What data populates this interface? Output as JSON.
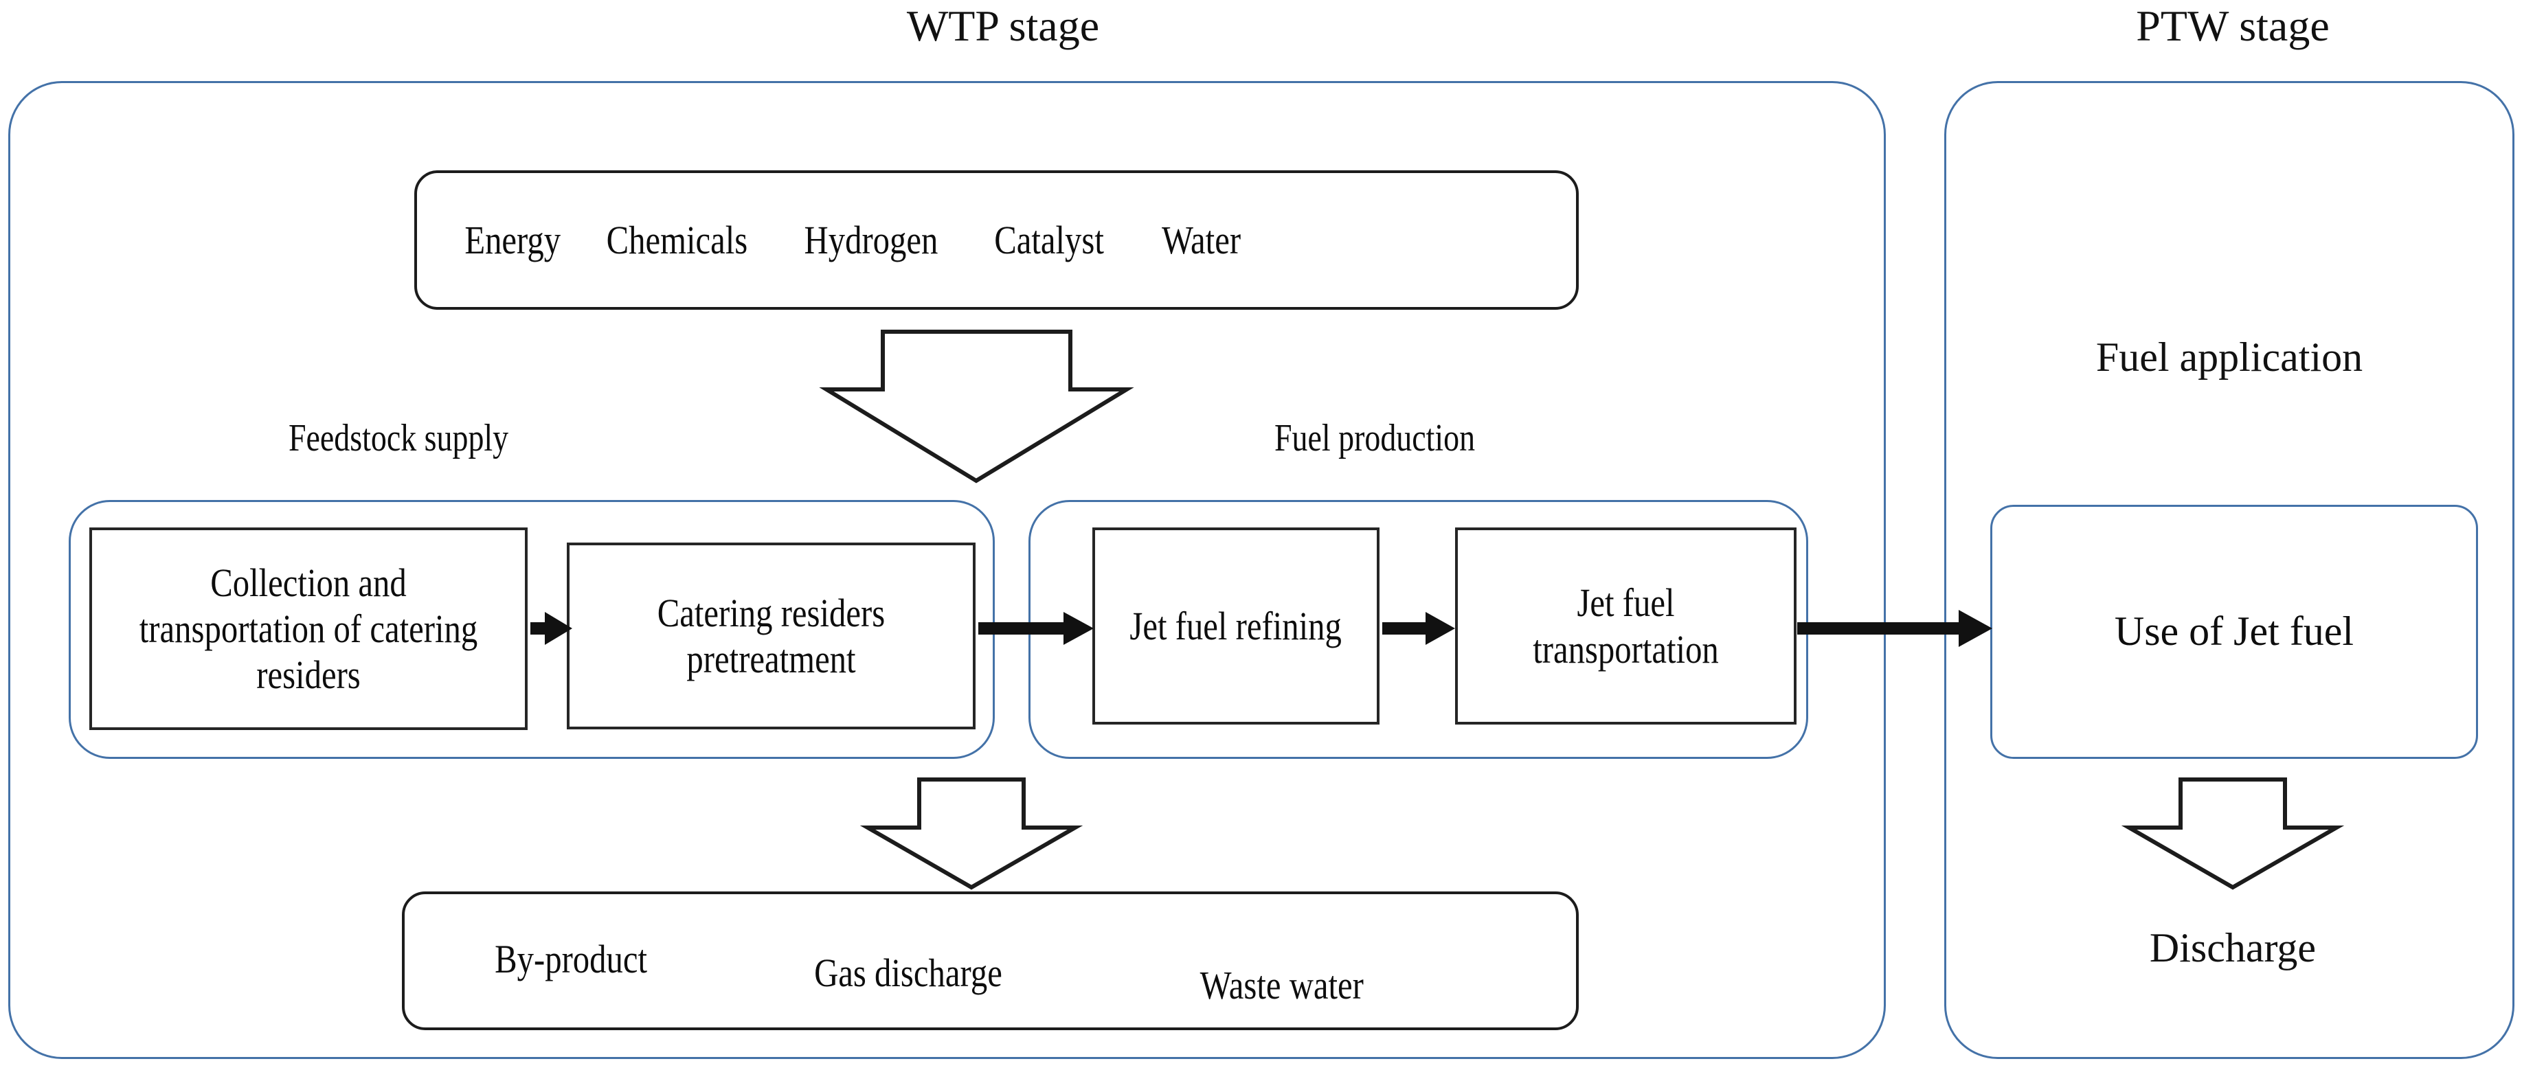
{
  "diagram": {
    "title_wtp": "WTP stage",
    "title_ptw": "PTW stage",
    "colors": {
      "container_blue": "#4472a8",
      "box_black": "#1c1c1c",
      "text": "#0d0d0d",
      "background": "#ffffff"
    }
  },
  "wtp": {
    "inputs_box": {
      "tokens": [
        "Energy",
        "Chemicals",
        "Hydrogen",
        "Catalyst",
        "Water"
      ]
    },
    "groups": [
      {
        "label": "Feedstock supply"
      },
      {
        "label": "Fuel production"
      }
    ],
    "processes": [
      {
        "label": "Collection and transportation of catering residers"
      },
      {
        "label": "Catering residers pretreatment"
      },
      {
        "label": "Jet fuel refining"
      },
      {
        "label": "Jet fuel transportation"
      }
    ],
    "outputs_box": {
      "tokens": [
        "By-product",
        "Gas discharge",
        "Waste water"
      ]
    }
  },
  "ptw": {
    "section_label": "Fuel application",
    "process": {
      "label": "Use of Jet fuel"
    },
    "output_label": "Discharge"
  }
}
